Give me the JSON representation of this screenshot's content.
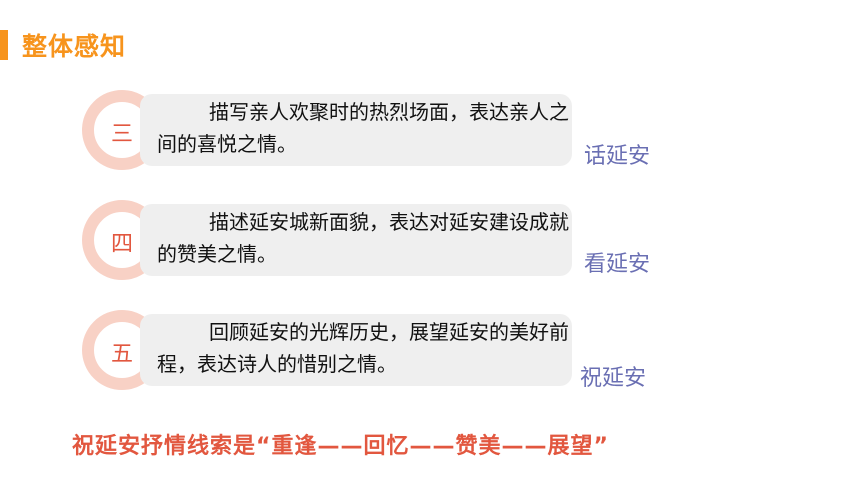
{
  "title": "整体感知",
  "rows": [
    {
      "num": "三",
      "text": "描写亲人欢聚时的热烈场面，表达亲人之间的喜悦之情。",
      "label": "话延安"
    },
    {
      "num": "四",
      "text": "描述延安城新面貌，表达对延安建设成就的赞美之情。",
      "label": "看延安"
    },
    {
      "num": "五",
      "text": "回顾延安的光辉历史，展望延安的美好前程，表达诗人的惜别之情。",
      "label": "祝延安"
    }
  ],
  "summary": "祝延安抒情线索是“重逢——回忆——赞美——展望”",
  "colors": {
    "accent": "#f7941d",
    "number": "#e2573f",
    "label": "#6a6fb3",
    "ring": "#f8d1c5",
    "card": "#efefef"
  }
}
